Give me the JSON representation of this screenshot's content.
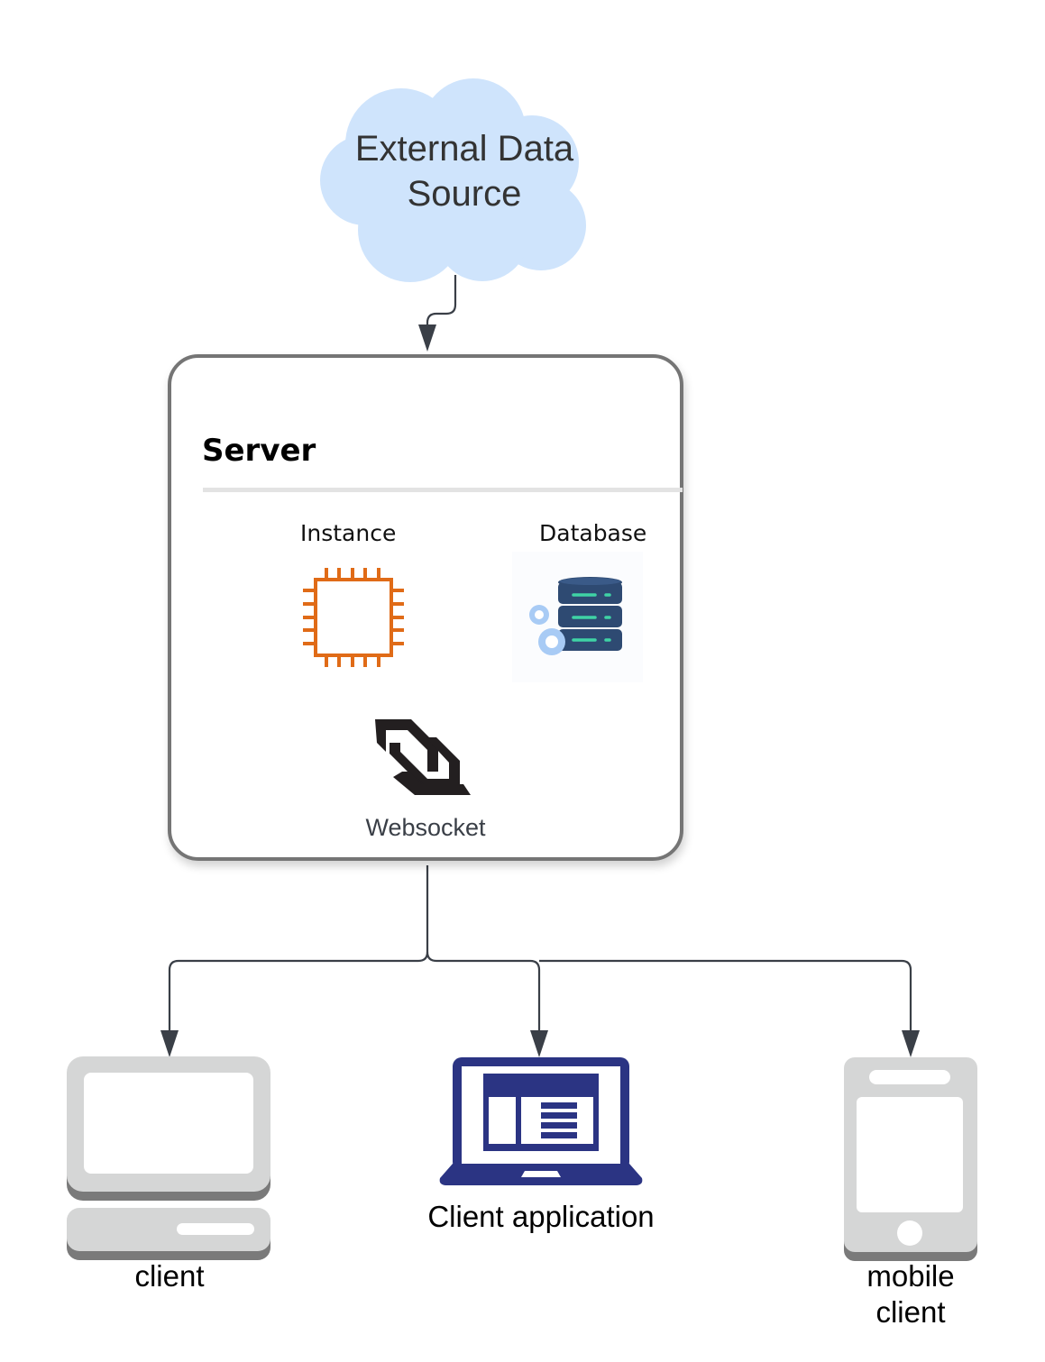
{
  "diagram": {
    "external_source": {
      "label_line1": "External Data",
      "label_line2": "Source",
      "fill": "#cfe4fc"
    },
    "server": {
      "title": "Server",
      "border_color": "#757575",
      "components": {
        "instance": {
          "label": "Instance",
          "icon": "cpu-chip-icon",
          "color": "#e06b17"
        },
        "database": {
          "label": "Database",
          "icon": "database-gears-icon",
          "color": "#2e4a72",
          "accent": "#3fd3a5",
          "gear_color": "#a8cbf5"
        },
        "websocket": {
          "label": "Websocket",
          "icon": "websocket-icon",
          "color": "#231f20"
        }
      }
    },
    "clients": [
      {
        "label": "client",
        "icon": "desktop-computer-icon"
      },
      {
        "label": "Client application",
        "icon": "laptop-app-icon",
        "color": "#2b3483"
      },
      {
        "label_line1": "mobile",
        "label_line2": "client",
        "icon": "mobile-phone-icon"
      }
    ],
    "connector_color": "#3a3f47",
    "edges": [
      {
        "from": "External Data Source",
        "to": "Server"
      },
      {
        "from": "Server",
        "to": "client"
      },
      {
        "from": "Server",
        "to": "Client application"
      },
      {
        "from": "Server",
        "to": "mobile client"
      }
    ]
  }
}
